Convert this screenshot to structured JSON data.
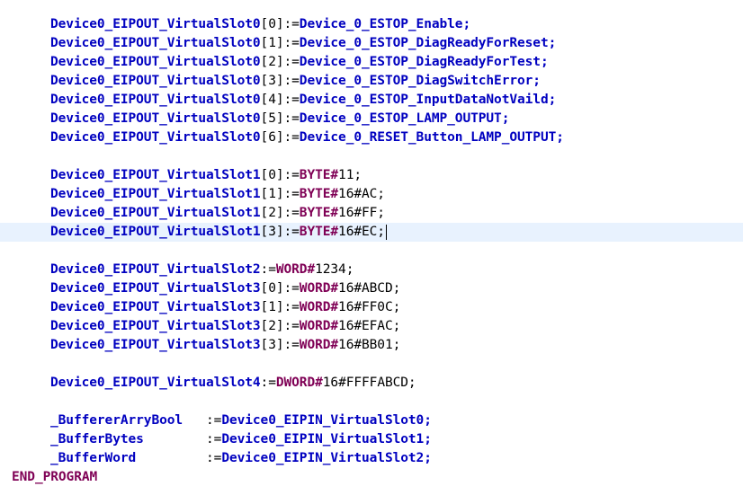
{
  "editor": {
    "lines": [
      {
        "indent": 1,
        "tokens": [
          {
            "t": "Device0_EIPOUT_VirtualSlot0",
            "c": "var"
          },
          {
            "t": "[0]:=",
            "c": "op"
          },
          {
            "t": "Device_0_ESTOP_Enable",
            "c": "var"
          },
          {
            "t": ";",
            "c": "var"
          }
        ]
      },
      {
        "indent": 1,
        "tokens": [
          {
            "t": "Device0_EIPOUT_VirtualSlot0",
            "c": "var"
          },
          {
            "t": "[1]:=",
            "c": "op"
          },
          {
            "t": "Device_0_ESTOP_DiagReadyForReset",
            "c": "var"
          },
          {
            "t": ";",
            "c": "var"
          }
        ]
      },
      {
        "indent": 1,
        "tokens": [
          {
            "t": "Device0_EIPOUT_VirtualSlot0",
            "c": "var"
          },
          {
            "t": "[2]:=",
            "c": "op"
          },
          {
            "t": "Device_0_ESTOP_DiagReadyForTest",
            "c": "var"
          },
          {
            "t": ";",
            "c": "var"
          }
        ]
      },
      {
        "indent": 1,
        "tokens": [
          {
            "t": "Device0_EIPOUT_VirtualSlot0",
            "c": "var"
          },
          {
            "t": "[3]:=",
            "c": "op"
          },
          {
            "t": "Device_0_ESTOP_DiagSwitchError",
            "c": "var"
          },
          {
            "t": ";",
            "c": "var"
          }
        ]
      },
      {
        "indent": 1,
        "tokens": [
          {
            "t": "Device0_EIPOUT_VirtualSlot0",
            "c": "var"
          },
          {
            "t": "[4]:=",
            "c": "op"
          },
          {
            "t": "Device_0_ESTOP_InputDataNotVaild",
            "c": "var"
          },
          {
            "t": ";",
            "c": "var"
          }
        ]
      },
      {
        "indent": 1,
        "tokens": [
          {
            "t": "Device0_EIPOUT_VirtualSlot0",
            "c": "var"
          },
          {
            "t": "[5]:=",
            "c": "op"
          },
          {
            "t": "Device_0_ESTOP_LAMP_OUTPUT",
            "c": "var"
          },
          {
            "t": ";",
            "c": "var"
          }
        ]
      },
      {
        "indent": 1,
        "tokens": [
          {
            "t": "Device0_EIPOUT_VirtualSlot0",
            "c": "var"
          },
          {
            "t": "[6]:=",
            "c": "op"
          },
          {
            "t": "Device_0_RESET_Button_LAMP_OUTPUT",
            "c": "var"
          },
          {
            "t": ";",
            "c": "var"
          }
        ]
      },
      {
        "indent": 0,
        "tokens": []
      },
      {
        "indent": 1,
        "tokens": [
          {
            "t": "Device0_EIPOUT_VirtualSlot1",
            "c": "var"
          },
          {
            "t": "[0]:=",
            "c": "op"
          },
          {
            "t": "BYTE#",
            "c": "kw"
          },
          {
            "t": "11;",
            "c": "lit"
          }
        ]
      },
      {
        "indent": 1,
        "tokens": [
          {
            "t": "Device0_EIPOUT_VirtualSlot1",
            "c": "var"
          },
          {
            "t": "[1]:=",
            "c": "op"
          },
          {
            "t": "BYTE#",
            "c": "kw"
          },
          {
            "t": "16#AC;",
            "c": "lit"
          }
        ]
      },
      {
        "indent": 1,
        "tokens": [
          {
            "t": "Device0_EIPOUT_VirtualSlot1",
            "c": "var"
          },
          {
            "t": "[2]:=",
            "c": "op"
          },
          {
            "t": "BYTE#",
            "c": "kw"
          },
          {
            "t": "16#FF;",
            "c": "lit"
          }
        ]
      },
      {
        "indent": 1,
        "current": true,
        "tokens": [
          {
            "t": "Device0_EIPOUT_VirtualSlot1",
            "c": "var"
          },
          {
            "t": "[3]:=",
            "c": "op"
          },
          {
            "t": "BYTE#",
            "c": "kw"
          },
          {
            "t": "16#EC;",
            "c": "lit"
          }
        ]
      },
      {
        "indent": 0,
        "tokens": []
      },
      {
        "indent": 1,
        "tokens": [
          {
            "t": "Device0_EIPOUT_VirtualSlot2",
            "c": "var"
          },
          {
            "t": ":=",
            "c": "op"
          },
          {
            "t": "WORD#",
            "c": "kw"
          },
          {
            "t": "1234;",
            "c": "lit"
          }
        ]
      },
      {
        "indent": 1,
        "tokens": [
          {
            "t": "Device0_EIPOUT_VirtualSlot3",
            "c": "var"
          },
          {
            "t": "[0]:=",
            "c": "op"
          },
          {
            "t": "WORD#",
            "c": "kw"
          },
          {
            "t": "16#ABCD;",
            "c": "lit"
          }
        ]
      },
      {
        "indent": 1,
        "tokens": [
          {
            "t": "Device0_EIPOUT_VirtualSlot3",
            "c": "var"
          },
          {
            "t": "[1]:=",
            "c": "op"
          },
          {
            "t": "WORD#",
            "c": "kw"
          },
          {
            "t": "16#FF0C;",
            "c": "lit"
          }
        ]
      },
      {
        "indent": 1,
        "tokens": [
          {
            "t": "Device0_EIPOUT_VirtualSlot3",
            "c": "var"
          },
          {
            "t": "[2]:=",
            "c": "op"
          },
          {
            "t": "WORD#",
            "c": "kw"
          },
          {
            "t": "16#EFAC;",
            "c": "lit"
          }
        ]
      },
      {
        "indent": 1,
        "tokens": [
          {
            "t": "Device0_EIPOUT_VirtualSlot3",
            "c": "var"
          },
          {
            "t": "[3]:=",
            "c": "op"
          },
          {
            "t": "WORD#",
            "c": "kw"
          },
          {
            "t": "16#BB01;",
            "c": "lit"
          }
        ]
      },
      {
        "indent": 0,
        "tokens": []
      },
      {
        "indent": 1,
        "tokens": [
          {
            "t": "Device0_EIPOUT_VirtualSlot4",
            "c": "var"
          },
          {
            "t": ":=",
            "c": "op"
          },
          {
            "t": "DWORD#",
            "c": "kw"
          },
          {
            "t": "16#FFFFABCD;",
            "c": "lit"
          }
        ]
      },
      {
        "indent": 0,
        "tokens": []
      },
      {
        "indent": 1,
        "tokens": [
          {
            "t": "_BuffererArryBool   ",
            "c": "var"
          },
          {
            "t": ":=",
            "c": "op"
          },
          {
            "t": "Device0_EIPIN_VirtualSlot0",
            "c": "var"
          },
          {
            "t": ";",
            "c": "var"
          }
        ]
      },
      {
        "indent": 1,
        "tokens": [
          {
            "t": "_BufferBytes        ",
            "c": "var"
          },
          {
            "t": ":=",
            "c": "op"
          },
          {
            "t": "Device0_EIPIN_VirtualSlot1",
            "c": "var"
          },
          {
            "t": ";",
            "c": "var"
          }
        ]
      },
      {
        "indent": 1,
        "tokens": [
          {
            "t": "_BufferWord         ",
            "c": "var"
          },
          {
            "t": ":=",
            "c": "op"
          },
          {
            "t": "Device0_EIPIN_VirtualSlot2",
            "c": "var"
          },
          {
            "t": ";",
            "c": "var"
          }
        ]
      },
      {
        "indent": 0,
        "tokens": [
          {
            "t": "END_PROGRAM",
            "c": "end"
          }
        ]
      }
    ]
  },
  "colors": {
    "variable": "#0000c0",
    "keyword": "#7f0055",
    "literal": "#000000",
    "current_line": "#e8f2fe"
  }
}
